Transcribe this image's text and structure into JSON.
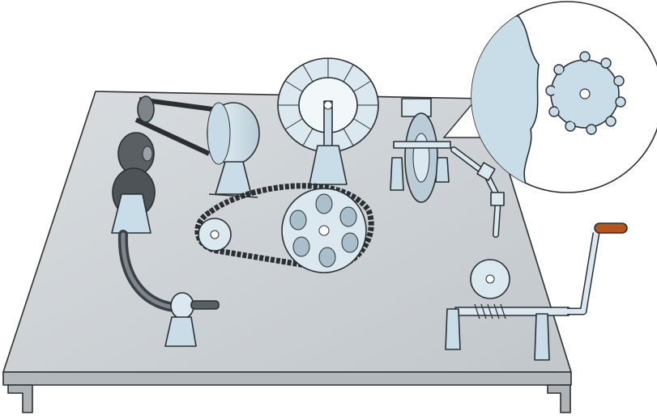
{
  "colors": {
    "table_top": "#cfd3d7",
    "table_edge": "#a9aeb3",
    "metal": "#d7e6ee",
    "metal_light": "#e9f3f8",
    "metal_shade": "#9fb4c0",
    "dark_pulley": "#5a5f64",
    "outline": "#2b2f33",
    "handle": "#b4541e",
    "zoom_fill": "#c9dde8"
  },
  "parts": [
    "table",
    "belt-drive",
    "stepped-pulleys",
    "flexible-shaft",
    "bevel-gear",
    "chain-drive",
    "gear-train",
    "universal-joint",
    "worm-gear",
    "hand-crank",
    "zoom-callout"
  ]
}
